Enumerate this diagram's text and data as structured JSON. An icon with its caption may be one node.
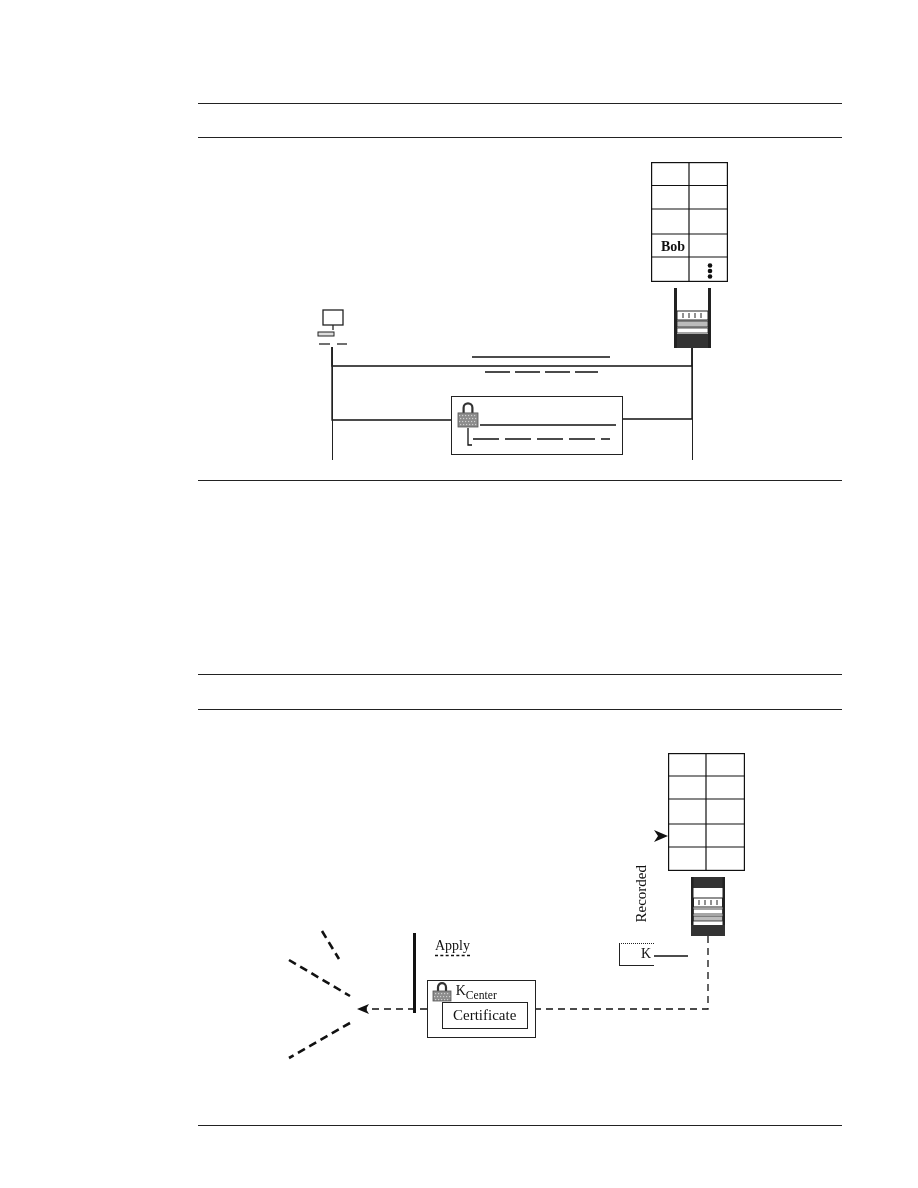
{
  "diagram": {
    "nodes": [
      {
        "text": [],
        "shape": "picture"
      },
      {
        "text": [],
        "shape": "picture"
      },
      {
        "text": [],
        "shape": "box"
      },
      {
        "text": [],
        "shape": "picture"
      },
      {
        "text": [
          "K"
        ]
      },
      {
        "text": [
          "K$_{Center}$"
        ]
      },
      {
        "text": [
          "Certificate"
        ],
        "in": 5
      },
      {
        "text": [],
        "shape": "picture"
      }
    ],
    "edges": [
      {
        "from": 0,
        "to": 1,
        "arrow": "none"
      },
      {
        "from": 0,
        "to": 2,
        "arrow": "none"
      },
      {
        "from": 2,
        "to": 1,
        "arrow": "none"
      },
      {
        "from": 4,
        "to": null,
        "arrow": "none"
      },
      {
        "from": 3,
        "to": 5,
        "arrow": "none",
        "style": "dashed"
      },
      {
        "from": 5,
        "to": 7,
        "arrow": "to",
        "style": "dashed"
      }
    ],
    "labels": [
      "Bob",
      "Recorded",
      "Apply"
    ]
  }
}
